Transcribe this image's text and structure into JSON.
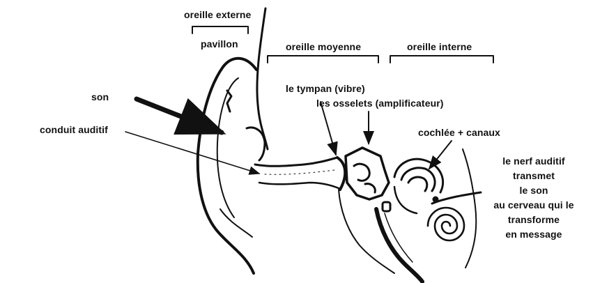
{
  "sections": {
    "outer_ear": "oreille externe",
    "pinna": "pavillon",
    "middle_ear": "oreille moyenne",
    "inner_ear": "oreille interne"
  },
  "labels": {
    "sound": "son",
    "ear_canal": "conduit auditif",
    "eardrum": "le tympan (vibre)",
    "ossicles": "les osselets  (amplificateur)",
    "cochlea": "cochlée + canaux"
  },
  "nerve_text": {
    "line1": "le nerf auditif",
    "line2": "transmet",
    "line3": "le son",
    "line4": "au cerveau qui le",
    "line5": "transforme",
    "line6": "en message"
  }
}
